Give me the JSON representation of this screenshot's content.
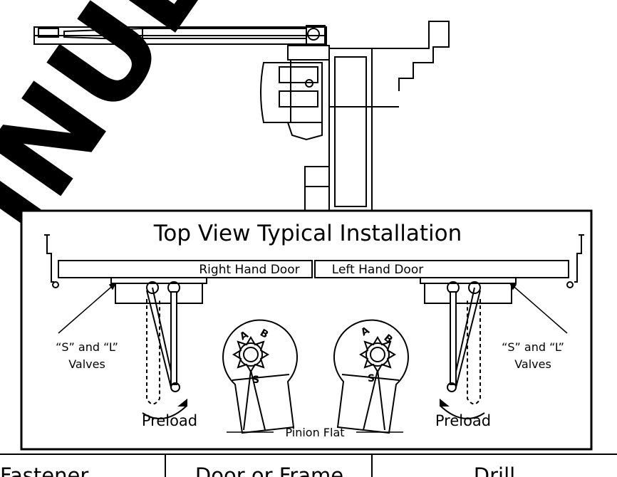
{
  "diagram": {
    "title": "Top View Typical Installation",
    "doors": {
      "right": "Right Hand Door",
      "left": "Left Hand Door"
    },
    "valves_left": {
      "line1": "“S” and “L”",
      "line2": "Valves"
    },
    "valves_right": {
      "line1": "“S” and “L”",
      "line2": "Valves"
    },
    "preload_left": "Preload",
    "preload_right": "Preload",
    "pinion_flat": "Pinion Flat",
    "pinion_letters": {
      "a": "A",
      "b": "B",
      "s": "S"
    }
  },
  "watermark": "INUED",
  "table_header": [
    "Fastener",
    "Door or Frame",
    "Drill"
  ]
}
